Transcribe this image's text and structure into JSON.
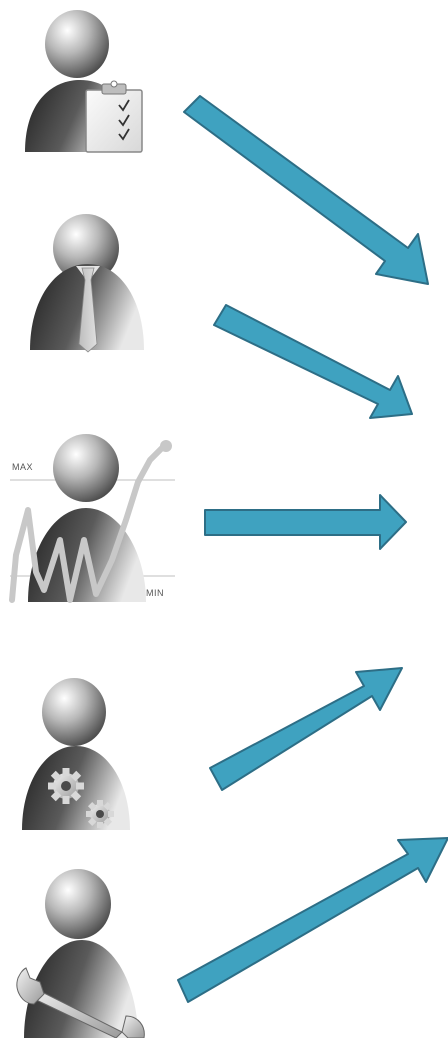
{
  "colors": {
    "arrow_fill": "#3fa2c0",
    "arrow_stroke": "#2d6e86",
    "figure_dark": "#2e2e2e",
    "figure_light": "#e6e6e6"
  },
  "figures": [
    {
      "icon": "person-clipboard-icon",
      "role": "checklist"
    },
    {
      "icon": "person-tie-icon",
      "role": "manager"
    },
    {
      "icon": "person-chart-icon",
      "role": "performance"
    },
    {
      "icon": "person-gears-icon",
      "role": "process"
    },
    {
      "icon": "person-wrench-icon",
      "role": "maintenance"
    }
  ],
  "chart_figure": {
    "max_label": "MAX",
    "min_label": "MIN"
  }
}
